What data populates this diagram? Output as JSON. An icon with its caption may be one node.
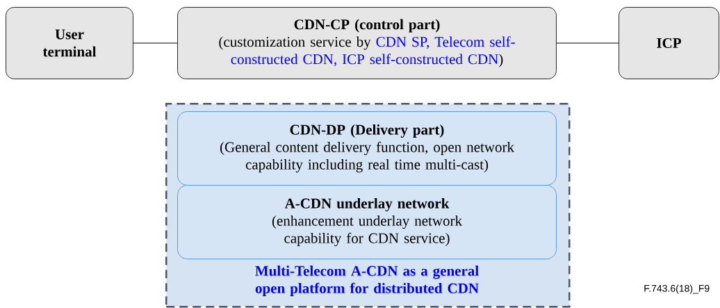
{
  "diagram": {
    "nodes": [
      {
        "text": [
          "User terminal"
        ]
      },
      {
        "text": [
          "CDN-CP (control part)",
          "(customization service by",
          "CDN SP, Telecom self-constructed CDN, ICP self-constructed CDN",
          ")"
        ]
      },
      {
        "text": [
          "ICP"
        ]
      },
      {
        "text": [
          "Multi-Telecom A-CDN as a general open platform for distributed CDN"
        ]
      },
      {
        "text": [
          "CDN-DP (Delivery part)",
          "(General content delivery function, open network capability including real time multi-cast)"
        ],
        "in": 3
      },
      {
        "text": [
          "A-CDN underlay network",
          "(enhancement underlay network capability for CDN service)"
        ],
        "in": 3
      }
    ],
    "edges": [
      {
        "from": 0,
        "to": 1,
        "arrow": "none"
      },
      {
        "from": 1,
        "to": 2,
        "arrow": "none"
      }
    ],
    "labels": [
      "F.743.6(18)_F9"
    ]
  }
}
